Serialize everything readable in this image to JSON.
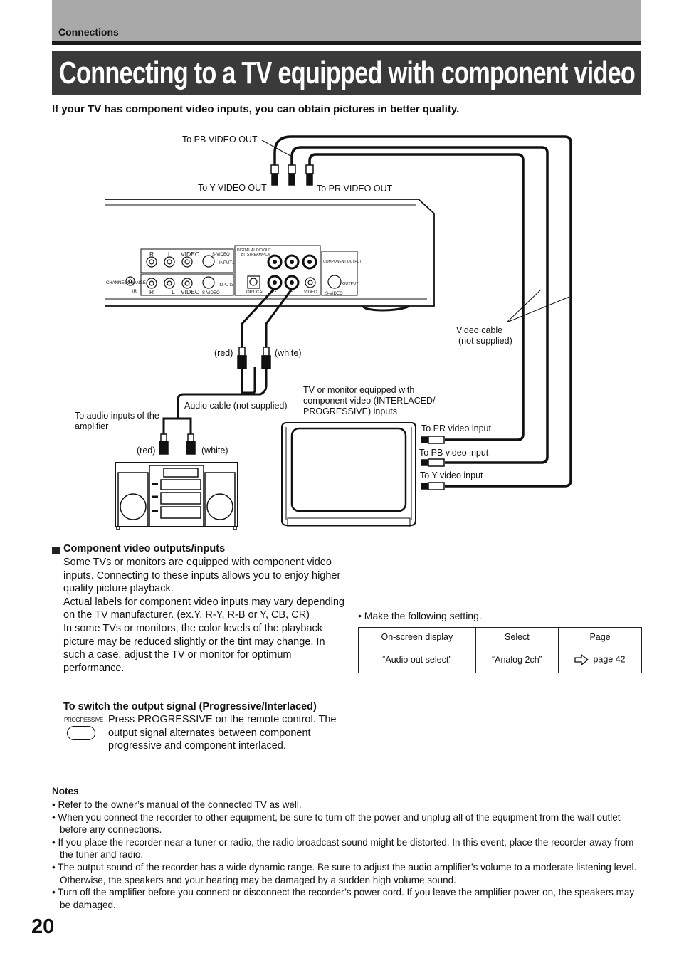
{
  "header": {
    "section": "Connections",
    "title": "Connecting to a TV equipped with component video inputs"
  },
  "intro": "If your TV has component video inputs, you can obtain pictures in better quality.",
  "diagram": {
    "to_pb_video_out": "To PB VIDEO OUT",
    "to_y_video_out": "To Y VIDEO OUT",
    "to_pr_video_out": "To PR VIDEO OUT",
    "video_cable": "Video cable",
    "not_supplied": "(not supplied)",
    "red": "(red)",
    "white": "(white)",
    "audio_cable": "Audio cable (not supplied)",
    "tv_line1": "TV or monitor equipped with",
    "tv_line2": "component video (INTERLACED/",
    "tv_line3": "PROGRESSIVE) inputs",
    "amp_line1": "To audio inputs of the",
    "amp_line2": "amplifier",
    "to_pr_video_input": "To PR video input",
    "to_pb_video_input": "To PB video input",
    "to_y_video_input": "To Y video input",
    "panel": {
      "r": "R",
      "l": "L",
      "video": "VIDEO",
      "s_video": "S-VIDEO",
      "input1": "INPUT1",
      "input3": "INPUT3",
      "channel_change": "CHANNEL CHANGE",
      "ir": "IR",
      "digital_audio_out": "DIGITAL AUDIO OUT",
      "bitstream_pcm": "BITSTREAM/PCM",
      "optical": "OPTICAL",
      "component_output": "COMPONENT OUTPUT",
      "output": "OUTPUT"
    }
  },
  "component_section": {
    "heading": "Component video outputs/inputs",
    "para1": "Some TVs or monitors are equipped with component video inputs. Connecting to these inputs allows you to enjoy higher quality picture playback.",
    "para2": "Actual labels for component video inputs may vary depending on the TV manufacturer. (ex.Y, R-Y, R-B or Y, CB, CR)",
    "para3": "In some TVs or monitors, the color levels of the playback picture may be reduced slightly or the tint may change. In such a case, adjust the TV or monitor for optimum performance."
  },
  "switch_section": {
    "heading": "To switch the output signal (Progressive/Interlaced)",
    "button_label": "PROGRESSIVE",
    "body": "Press PROGRESSIVE on the remote control. The output signal alternates between component progressive and component interlaced."
  },
  "setting": {
    "instruction": "• Make the following setting.",
    "headers": [
      "On-screen display",
      "Select",
      "Page"
    ],
    "row": [
      "“Audio out select”",
      "“Analog 2ch”",
      "page 42"
    ]
  },
  "notes": {
    "heading": "Notes",
    "items": [
      "Refer to the owner’s manual of the connected TV as well.",
      "When you connect the recorder to other equipment, be sure to turn off the power and unplug all of the equipment from the wall outlet before any connections.",
      "If you place the recorder near a tuner or radio, the radio broadcast sound might be distorted. In this event, place the recorder away from the tuner and radio.",
      "The output sound of the recorder has a wide dynamic range. Be sure to adjust the audio amplifier’s volume to a moderate listening level. Otherwise, the speakers and your hearing may be damaged by a sudden high volume sound.",
      "Turn off the amplifier before you connect or disconnect the recorder’s power cord. If you leave the amplifier power on, the speakers may be damaged."
    ]
  },
  "page_number": "20"
}
